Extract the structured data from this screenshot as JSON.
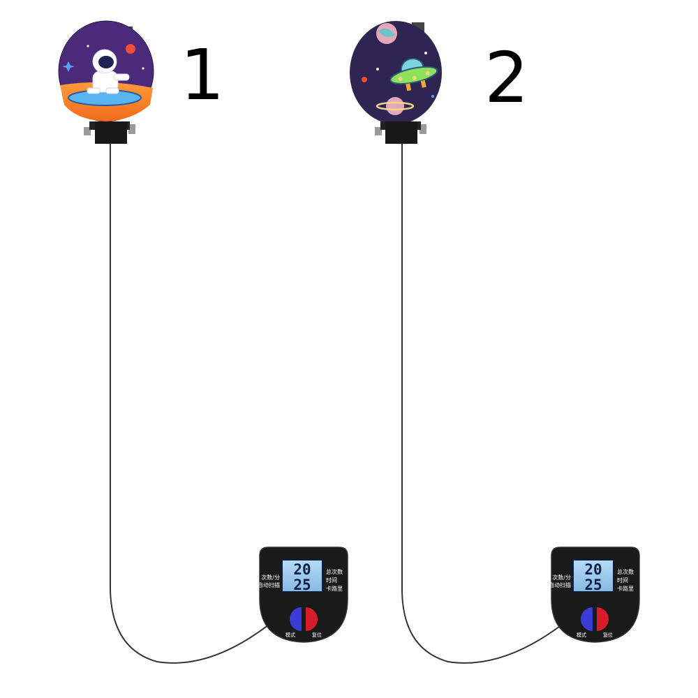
{
  "products": [
    {
      "number": "1",
      "paddle_theme": "astronaut",
      "paddle_color": "#4b2a79",
      "display": {
        "line1": "20",
        "line2": "25"
      },
      "left_labels": [
        "次数/分",
        "自动扫描"
      ],
      "right_labels": [
        "总次数",
        "时间",
        "卡路里"
      ],
      "buttons": [
        {
          "label": "模式",
          "color": "#3b3bd6"
        },
        {
          "label": "复位",
          "color": "#d61e2a"
        }
      ]
    },
    {
      "number": "2",
      "paddle_theme": "ufo",
      "paddle_color": "#2e2553",
      "display": {
        "line1": "20",
        "line2": "25"
      },
      "left_labels": [
        "次数/分",
        "自动扫描"
      ],
      "right_labels": [
        "总次数",
        "时间",
        "卡路里"
      ],
      "buttons": [
        {
          "label": "模式",
          "color": "#3b3bd6"
        },
        {
          "label": "复位",
          "color": "#d61e2a"
        }
      ]
    }
  ],
  "colors": {
    "lcd_screen": "#9ec9ef",
    "device_body": "#1a1a1a",
    "cable": "#333333"
  }
}
